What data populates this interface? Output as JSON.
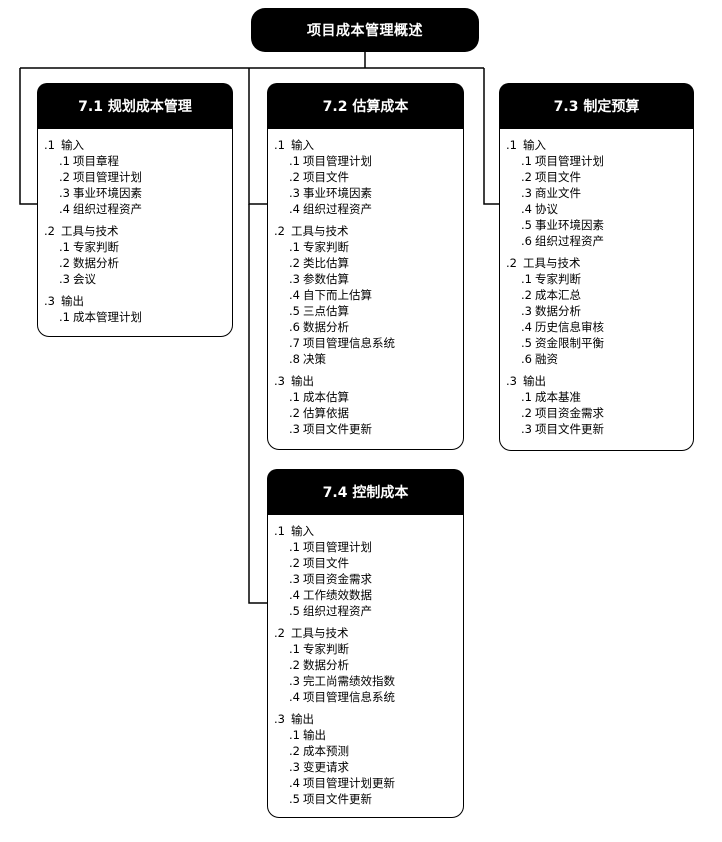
{
  "root": {
    "title": "项目成本管理概述"
  },
  "processes": [
    {
      "title": "7.1 规划成本管理",
      "sections": [
        {
          "num": ".1",
          "label": "输入",
          "items": [
            {
              "num": ".1",
              "text": "项目章程"
            },
            {
              "num": ".2",
              "text": "项目管理计划"
            },
            {
              "num": ".3",
              "text": "事业环境因素"
            },
            {
              "num": ".4",
              "text": "组织过程资产"
            }
          ]
        },
        {
          "num": ".2",
          "label": "工具与技术",
          "items": [
            {
              "num": ".1",
              "text": "专家判断"
            },
            {
              "num": ".2",
              "text": "数据分析"
            },
            {
              "num": ".3",
              "text": "会议"
            }
          ]
        },
        {
          "num": ".3",
          "label": "输出",
          "items": [
            {
              "num": ".1",
              "text": "成本管理计划"
            }
          ]
        }
      ]
    },
    {
      "title": "7.2 估算成本",
      "sections": [
        {
          "num": ".1",
          "label": "输入",
          "items": [
            {
              "num": ".1",
              "text": "项目管理计划"
            },
            {
              "num": ".2",
              "text": "项目文件"
            },
            {
              "num": ".3",
              "text": "事业环境因素"
            },
            {
              "num": ".4",
              "text": "组织过程资产"
            }
          ]
        },
        {
          "num": ".2",
          "label": "工具与技术",
          "items": [
            {
              "num": ".1",
              "text": "专家判断"
            },
            {
              "num": ".2",
              "text": "类比估算"
            },
            {
              "num": ".3",
              "text": "参数估算"
            },
            {
              "num": ".4",
              "text": "自下而上估算"
            },
            {
              "num": ".5",
              "text": "三点估算"
            },
            {
              "num": ".6",
              "text": "数据分析"
            },
            {
              "num": ".7",
              "text": "项目管理信息系统"
            },
            {
              "num": ".8",
              "text": "决策"
            }
          ]
        },
        {
          "num": ".3",
          "label": "输出",
          "items": [
            {
              "num": ".1",
              "text": "成本估算"
            },
            {
              "num": ".2",
              "text": "估算依据"
            },
            {
              "num": ".3",
              "text": "项目文件更新"
            }
          ]
        }
      ]
    },
    {
      "title": "7.3 制定预算",
      "sections": [
        {
          "num": ".1",
          "label": "输入",
          "items": [
            {
              "num": ".1",
              "text": "项目管理计划"
            },
            {
              "num": ".2",
              "text": "项目文件"
            },
            {
              "num": ".3",
              "text": "商业文件"
            },
            {
              "num": ".4",
              "text": "协议"
            },
            {
              "num": ".5",
              "text": "事业环境因素"
            },
            {
              "num": ".6",
              "text": "组织过程资产"
            }
          ]
        },
        {
          "num": ".2",
          "label": "工具与技术",
          "items": [
            {
              "num": ".1",
              "text": "专家判断"
            },
            {
              "num": ".2",
              "text": "成本汇总"
            },
            {
              "num": ".3",
              "text": "数据分析"
            },
            {
              "num": ".4",
              "text": "历史信息审核"
            },
            {
              "num": ".5",
              "text": "资金限制平衡"
            },
            {
              "num": ".6",
              "text": "融资"
            }
          ]
        },
        {
          "num": ".3",
          "label": "输出",
          "items": [
            {
              "num": ".1",
              "text": "成本基准"
            },
            {
              "num": ".2",
              "text": "项目资金需求"
            },
            {
              "num": ".3",
              "text": "项目文件更新"
            }
          ]
        }
      ]
    },
    {
      "title": "7.4 控制成本",
      "sections": [
        {
          "num": ".1",
          "label": "输入",
          "items": [
            {
              "num": ".1",
              "text": "项目管理计划"
            },
            {
              "num": ".2",
              "text": "项目文件"
            },
            {
              "num": ".3",
              "text": "项目资金需求"
            },
            {
              "num": ".4",
              "text": "工作绩效数据"
            },
            {
              "num": ".5",
              "text": "组织过程资产"
            }
          ]
        },
        {
          "num": ".2",
          "label": "工具与技术",
          "items": [
            {
              "num": ".1",
              "text": "专家判断"
            },
            {
              "num": ".2",
              "text": "数据分析"
            },
            {
              "num": ".3",
              "text": "完工尚需绩效指数"
            },
            {
              "num": ".4",
              "text": "项目管理信息系统"
            }
          ]
        },
        {
          "num": ".3",
          "label": "输出",
          "items": [
            {
              "num": ".1",
              "text": "输出"
            },
            {
              "num": ".2",
              "text": "成本预测"
            },
            {
              "num": ".3",
              "text": "变更请求"
            },
            {
              "num": ".4",
              "text": "项目管理计划更新"
            },
            {
              "num": ".5",
              "text": "项目文件更新"
            }
          ]
        }
      ]
    }
  ]
}
